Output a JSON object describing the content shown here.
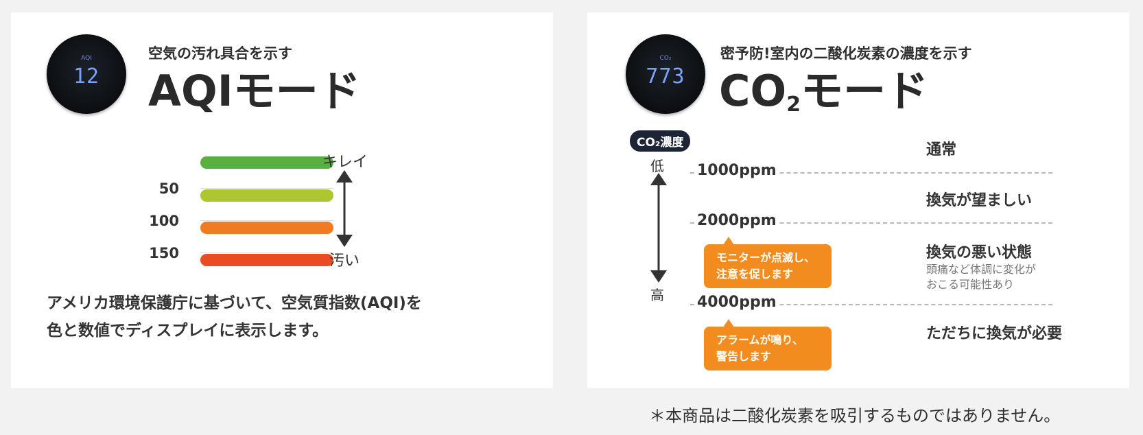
{
  "aqi_card": {
    "device": {
      "label": "AQI",
      "value": "12"
    },
    "subtitle": "空気の汚れ具合を示す",
    "title": "AQIモード",
    "scale": {
      "top_word": "キレイ",
      "bottom_word": "汚い",
      "ticks": [
        "50",
        "100",
        "150"
      ],
      "bar_colors": [
        "#5aaf3e",
        "#aec62f",
        "#f07b22",
        "#e94b25"
      ]
    },
    "description": [
      "アメリカ環境保護庁に基づいて、空気質指数(AQI)を",
      "色と数値でディスプレイに表示します。"
    ]
  },
  "co2_card": {
    "device": {
      "label": "CO₂",
      "value": "773"
    },
    "subtitle": "密予防!室内の二酸化炭素の濃度を示す",
    "title_main": "CO",
    "title_sub": "2",
    "title_rest": "モード",
    "pill": "CO₂濃度",
    "low_label": "低",
    "high_label": "高",
    "thresholds": [
      "1000ppm",
      "2000ppm",
      "4000ppm"
    ],
    "states": [
      "通常",
      "換気が望ましい",
      "換気の悪い状態",
      "ただちに換気が必要"
    ],
    "state_note": [
      "頭痛など体調に変化が",
      "おこる可能性あり"
    ],
    "bubble_blink": [
      "モニターが点滅し、",
      "注意を促します"
    ],
    "bubble_alarm": [
      "アラームが鳴り、",
      "警告します"
    ],
    "accent_color": "#f28c1e"
  },
  "footnote": "＊本商品は二酸化炭素を吸引するものではありません。"
}
